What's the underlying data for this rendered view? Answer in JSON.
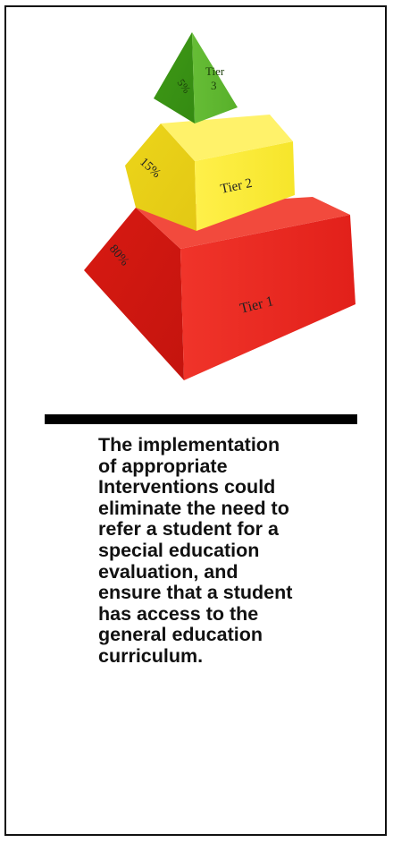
{
  "pyramid": {
    "tiers": [
      {
        "label": "Tier 1",
        "percent": "80%",
        "color": "#e8241c"
      },
      {
        "label": "Tier 2",
        "percent": "15%",
        "color": "#f5e11f"
      },
      {
        "label_line1": "Tier",
        "label_line2": "3",
        "percent": "5%",
        "color": "#4ca61d"
      }
    ]
  },
  "caption": {
    "text": "The implementation\nof appropriate\nInterventions could\neliminate the need to\nrefer a student for a\nspecial education\nevaluation, and\nensure that a student\nhas access to the\ngeneral education\ncurriculum."
  }
}
